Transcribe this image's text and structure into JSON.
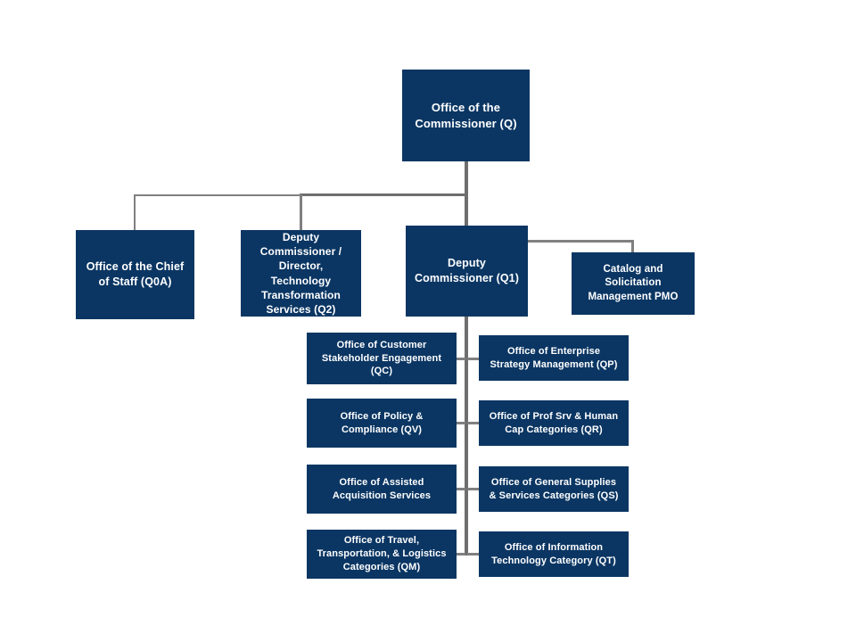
{
  "meta": {
    "background_color": "#ffffff",
    "node_fill_color": "#0b3663",
    "node_text_color": "#ffffff",
    "connector_color": "#808080"
  },
  "chart_data": {
    "type": "diagram",
    "title": "",
    "nodes": [
      {
        "id": "Q",
        "label": "Office of the\nCommissioner (Q)"
      },
      {
        "id": "Q0A",
        "label": "Office of the Chief\nof Staff (Q0A)"
      },
      {
        "id": "Q2",
        "label": "Deputy\nCommissioner /\nDirector, Technology\nTransformation\nServices (Q2)"
      },
      {
        "id": "Q1",
        "label": "Deputy\nCommissioner (Q1)"
      },
      {
        "id": "PMO",
        "label": "Catalog and\nSolicitation\nManagement PMO"
      },
      {
        "id": "QC",
        "label": "Office of Customer\nStakeholder Engagement\n(QC)"
      },
      {
        "id": "QP",
        "label": "Office of Enterprise\nStrategy Management (QP)"
      },
      {
        "id": "QV",
        "label": "Office of Policy &\nCompliance (QV)"
      },
      {
        "id": "QR",
        "label": "Office of Prof Srv & Human\nCap Categories (QR)"
      },
      {
        "id": "QAA",
        "label": "Office of Assisted\nAcquisition Services"
      },
      {
        "id": "QS",
        "label": "Office of General Supplies\n& Services Categories (QS)"
      },
      {
        "id": "QM",
        "label": "Office of Travel,\nTransportation, & Logistics\nCategories (QM)"
      },
      {
        "id": "QT",
        "label": "Office of Information\nTechnology Category (QT)"
      }
    ],
    "edges": [
      {
        "from": "Q",
        "to": "Q0A"
      },
      {
        "from": "Q",
        "to": "Q2"
      },
      {
        "from": "Q",
        "to": "Q1"
      },
      {
        "from": "Q1",
        "to": "PMO"
      },
      {
        "from": "Q1",
        "to": "QC"
      },
      {
        "from": "Q1",
        "to": "QP"
      },
      {
        "from": "Q1",
        "to": "QV"
      },
      {
        "from": "Q1",
        "to": "QR"
      },
      {
        "from": "Q1",
        "to": "QAA"
      },
      {
        "from": "Q1",
        "to": "QS"
      },
      {
        "from": "Q1",
        "to": "QM"
      },
      {
        "from": "Q1",
        "to": "QT"
      }
    ]
  },
  "nodes": {
    "commissioner": {
      "label": "Office of the\nCommissioner (Q)"
    },
    "chief_of_staff": {
      "label": "Office of the Chief\nof Staff (Q0A)"
    },
    "deputy_tts": {
      "label": "Deputy\nCommissioner /\nDirector, Technology\nTransformation\nServices (Q2)"
    },
    "deputy_commissioner": {
      "label": "Deputy\nCommissioner (Q1)"
    },
    "catalog_pmo": {
      "label": "Catalog and\nSolicitation\nManagement PMO"
    },
    "customer_stakeholder": {
      "label": "Office of Customer\nStakeholder Engagement\n(QC)"
    },
    "enterprise_strategy": {
      "label": "Office of Enterprise\nStrategy Management (QP)"
    },
    "policy_compliance": {
      "label": "Office of Policy &\nCompliance (QV)"
    },
    "prof_srv_human_cap": {
      "label": "Office of Prof Srv & Human\nCap Categories (QR)"
    },
    "assisted_acquisition": {
      "label": "Office of Assisted\nAcquisition Services"
    },
    "general_supplies": {
      "label": "Office of General Supplies\n& Services Categories (QS)"
    },
    "travel_logistics": {
      "label": "Office of Travel,\nTransportation, & Logistics\nCategories (QM)"
    },
    "information_technology": {
      "label": "Office of Information\nTechnology Category (QT)"
    }
  }
}
